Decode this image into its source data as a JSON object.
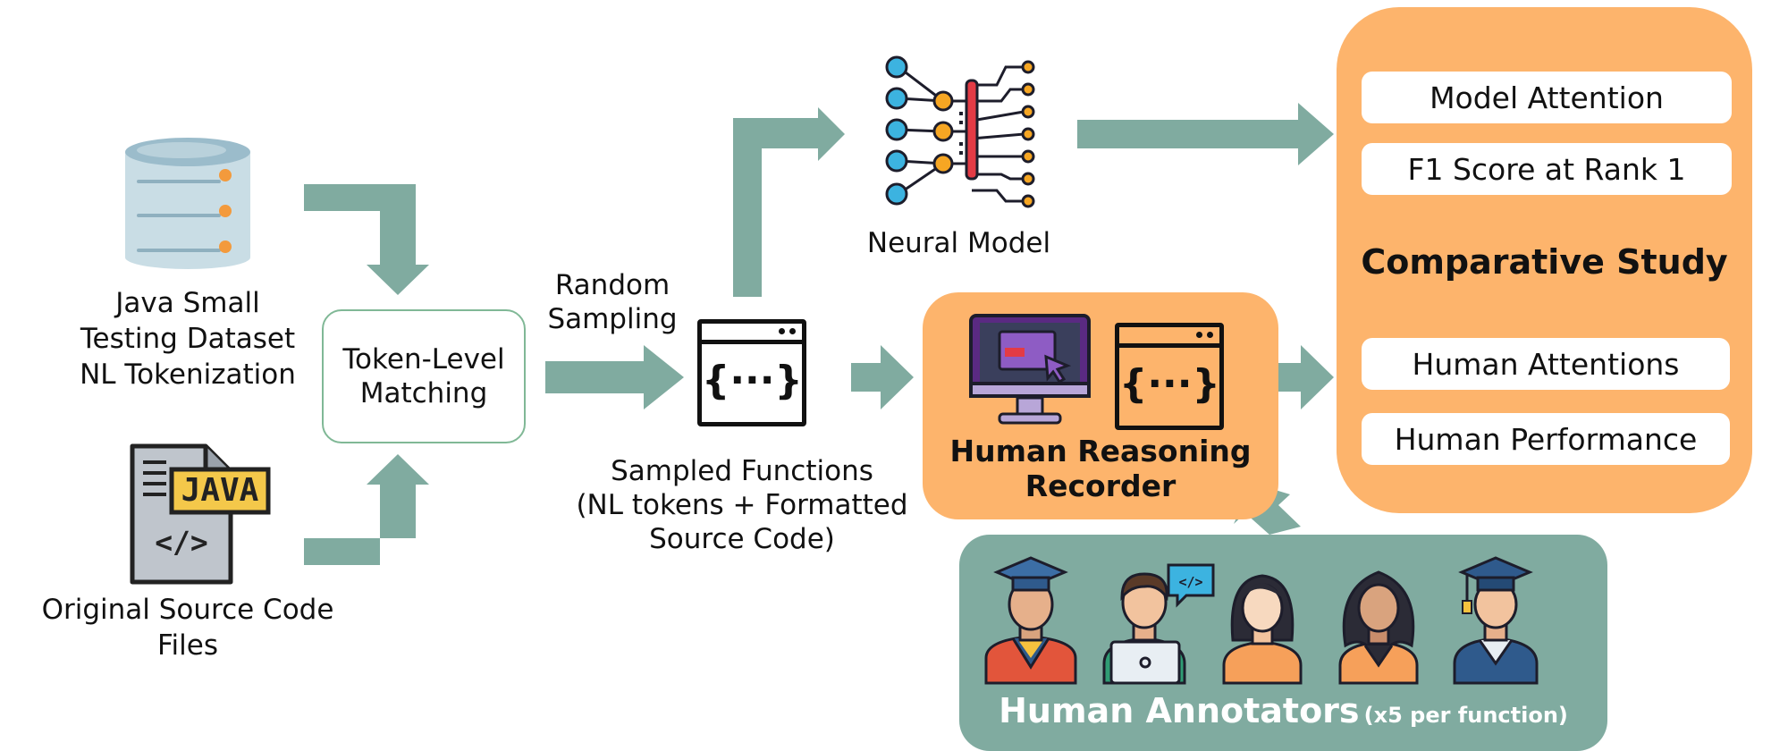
{
  "colors": {
    "arrow": "#80aba0",
    "orange": "#fdb46c",
    "teal": "#80aba0",
    "matching_border": "#80b896"
  },
  "inputs": {
    "dataset_label": [
      "Java Small",
      "Testing Dataset",
      "NL Tokenization"
    ],
    "source_label": [
      "Original Source Code",
      "Files"
    ],
    "java_badge": "JAVA",
    "code_glyph": "</>"
  },
  "matching": {
    "label": [
      "Token-Level",
      "Matching"
    ]
  },
  "sampling": {
    "label": [
      "Random",
      "Sampling"
    ]
  },
  "sampled": {
    "label": [
      "Sampled Functions",
      "(NL tokens + Formatted",
      "Source Code)"
    ],
    "code_glyph": "{···}"
  },
  "neural": {
    "label": "Neural Model"
  },
  "recorder": {
    "label": [
      "Human Reasoning",
      "Recorder"
    ]
  },
  "annotators": {
    "title": "Human Annotators",
    "note": "(x5 per function)"
  },
  "study": {
    "title": "Comparative Study",
    "items": [
      "Model Attention",
      "F1 Score at Rank 1",
      "Human Attentions",
      "Human Performance"
    ]
  }
}
